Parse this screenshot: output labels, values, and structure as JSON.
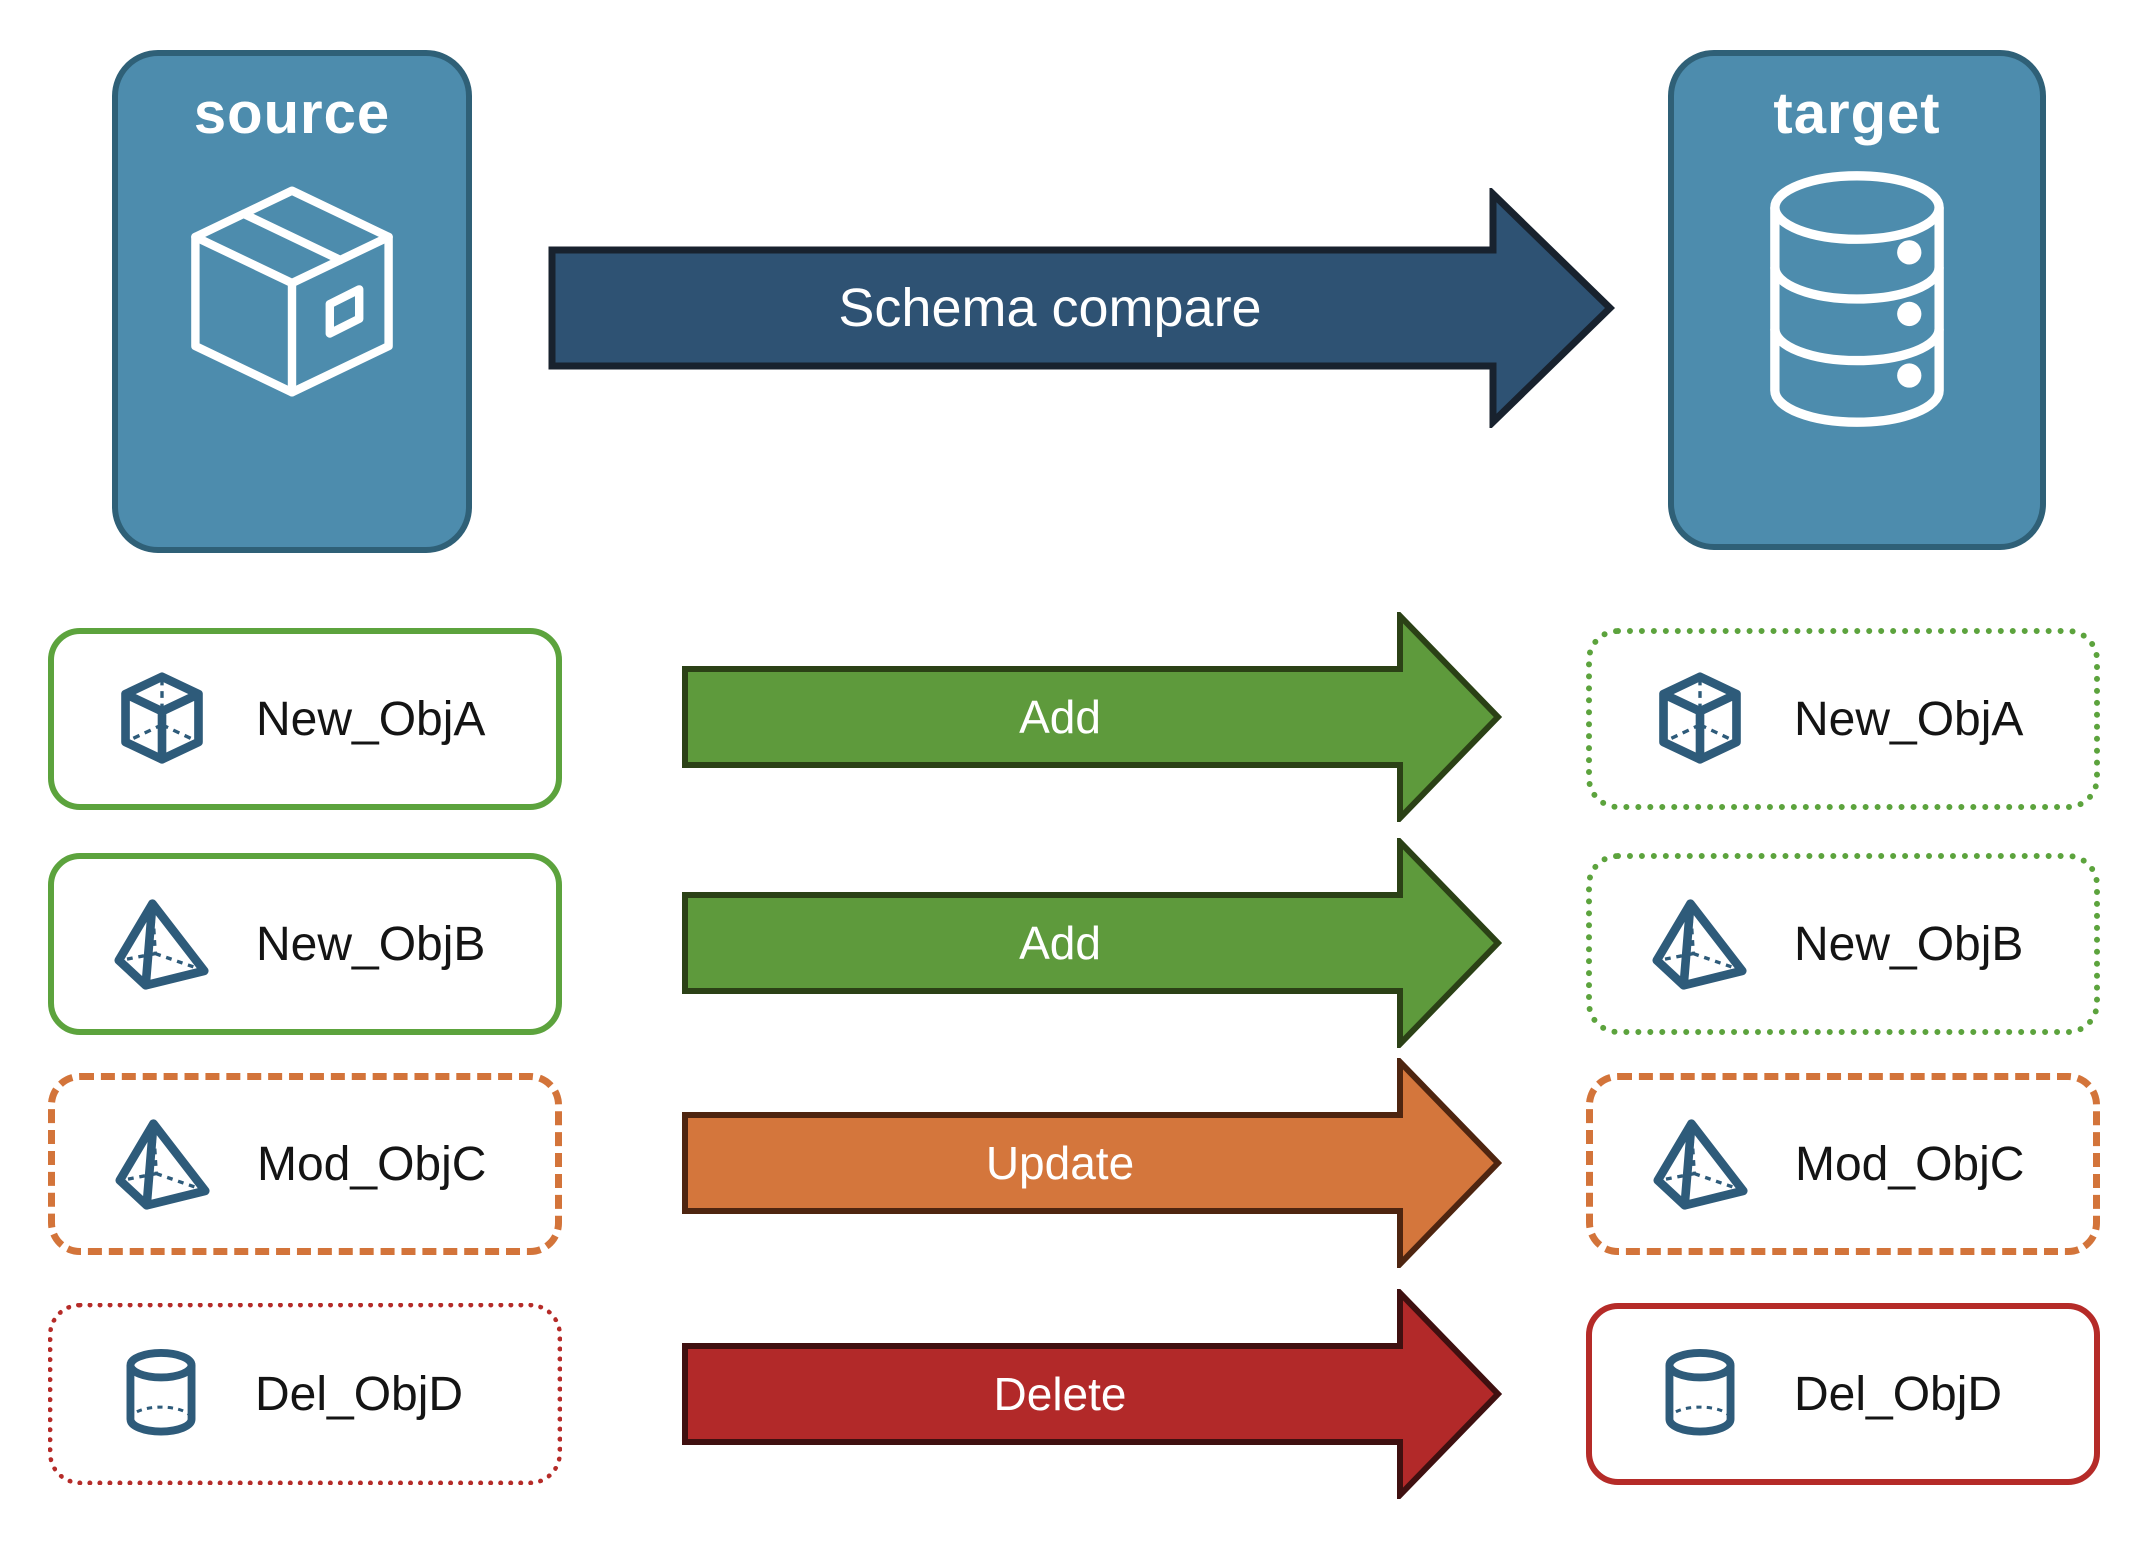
{
  "diagram": {
    "source": {
      "label": "source",
      "icon": "package-box-icon"
    },
    "target": {
      "label": "target",
      "icon": "database-icon"
    },
    "schema_arrow": {
      "label": "Schema compare"
    }
  },
  "rows": [
    {
      "icon": "cube-icon",
      "left": {
        "label": "New_ObjA",
        "border_style": "green-solid"
      },
      "arrow": {
        "label": "Add",
        "kind": "add"
      },
      "right": {
        "label": "New_ObjA",
        "border_style": "green-dotted"
      }
    },
    {
      "icon": "pyramid-icon",
      "left": {
        "label": "New_ObjB",
        "border_style": "green-solid"
      },
      "arrow": {
        "label": "Add",
        "kind": "add"
      },
      "right": {
        "label": "New_ObjB",
        "border_style": "green-dotted"
      }
    },
    {
      "icon": "pyramid-icon",
      "left": {
        "label": "Mod_ObjC",
        "border_style": "orange-dashed"
      },
      "arrow": {
        "label": "Update",
        "kind": "update"
      },
      "right": {
        "label": "Mod_ObjC",
        "border_style": "orange-dashed"
      }
    },
    {
      "icon": "cylinder-icon",
      "left": {
        "label": "Del_ObjD",
        "border_style": "red-dotted"
      },
      "arrow": {
        "label": "Delete",
        "kind": "delete"
      },
      "right": {
        "label": "Del_ObjD",
        "border_style": "red-solid"
      }
    }
  ],
  "colors": {
    "endpoint_fill": "#4D8CAD",
    "endpoint_border": "#2F6077",
    "schema_arrow_fill": "#2E5273",
    "add_arrow_fill": "#5E9A3C",
    "update_arrow_fill": "#D4763C",
    "delete_arrow_fill": "#B22929",
    "green_border": "#5CA33D",
    "orange_border": "#D3743A",
    "red_border": "#B52B28",
    "object_icon_blue": "#2E5B7A"
  }
}
